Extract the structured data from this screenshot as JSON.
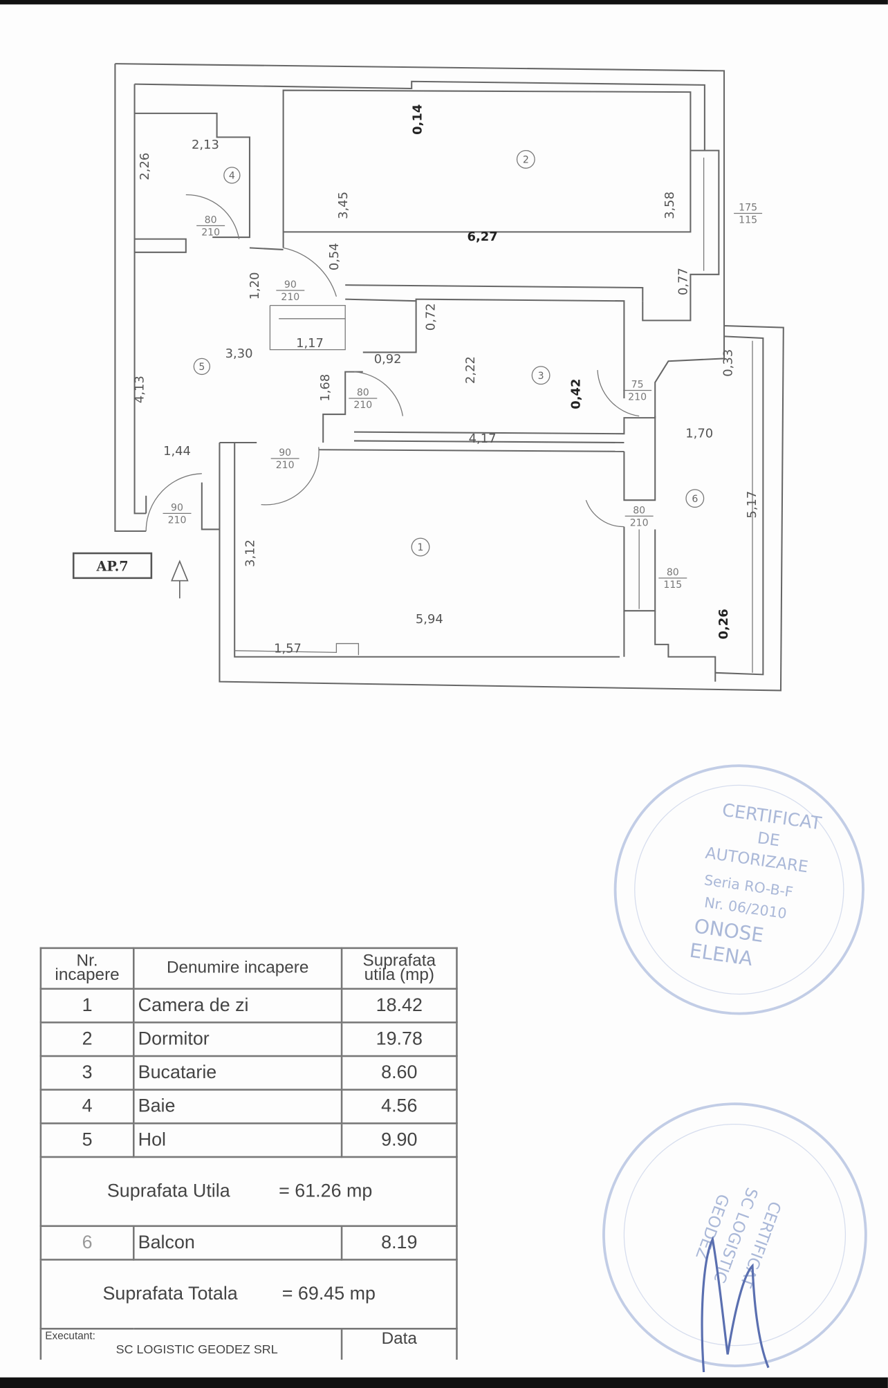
{
  "plan": {
    "apartment_label": "AP.7",
    "rooms": [
      "1",
      "2",
      "3",
      "4",
      "5",
      "6"
    ],
    "dims": [
      "2,13",
      "2,26",
      "0,14",
      "3,45",
      "6,27",
      "3,58",
      "0,54",
      "1,20",
      "1,17",
      "3,30",
      "0,92",
      "0,72",
      "2,22",
      "0,42",
      "4,17",
      "1,70",
      "0,33",
      "0,77",
      "4,13",
      "1,68",
      "1,44",
      "3,12",
      "5,94",
      "1,57",
      "5,17",
      "0,26"
    ],
    "openings": [
      {
        "w": "80",
        "h": "210"
      },
      {
        "w": "90",
        "h": "210"
      },
      {
        "w": "80",
        "h": "210"
      },
      {
        "w": "75",
        "h": "210"
      },
      {
        "w": "90",
        "h": "210"
      },
      {
        "w": "90",
        "h": "210"
      },
      {
        "w": "80",
        "h": "210"
      },
      {
        "w": "80",
        "h": "115"
      },
      {
        "w": "175",
        "h": "115"
      }
    ]
  },
  "table": {
    "headers": {
      "nr": "Nr. incapere",
      "name": "Denumire incapere",
      "area": "Suprafata utila (mp)"
    },
    "rows": [
      {
        "nr": "1",
        "name": "Camera de zi",
        "area": "18.42"
      },
      {
        "nr": "2",
        "name": "Dormitor",
        "area": "19.78"
      },
      {
        "nr": "3",
        "name": "Bucatarie",
        "area": "8.60"
      },
      {
        "nr": "4",
        "name": "Baie",
        "area": "4.56"
      },
      {
        "nr": "5",
        "name": "Hol",
        "area": "9.90"
      }
    ],
    "useful_label": "Suprafata Utila",
    "useful_value": "= 61.26 mp",
    "balcony": {
      "nr": "6",
      "name": "Balcon",
      "area": "8.19"
    },
    "total_label": "Suprafata Totala",
    "total_value": "= 69.45 mp",
    "executant_label": "Executant:",
    "executant_name": "SC LOGISTIC GEODEZ SRL",
    "date_label": "Data"
  },
  "stamps": {
    "stamp1": {
      "lines": [
        "CERTIFICAT",
        "DE",
        "AUTORIZARE",
        "Seria RO-B-F",
        "Nr. 06/2010",
        "ONOSE",
        "ELENA"
      ]
    },
    "stamp2": {
      "lines": [
        "CERTIFICAT",
        "SC LOGISTIC",
        "GEODEZ"
      ]
    },
    "ink_color": "#8fa3d6"
  }
}
